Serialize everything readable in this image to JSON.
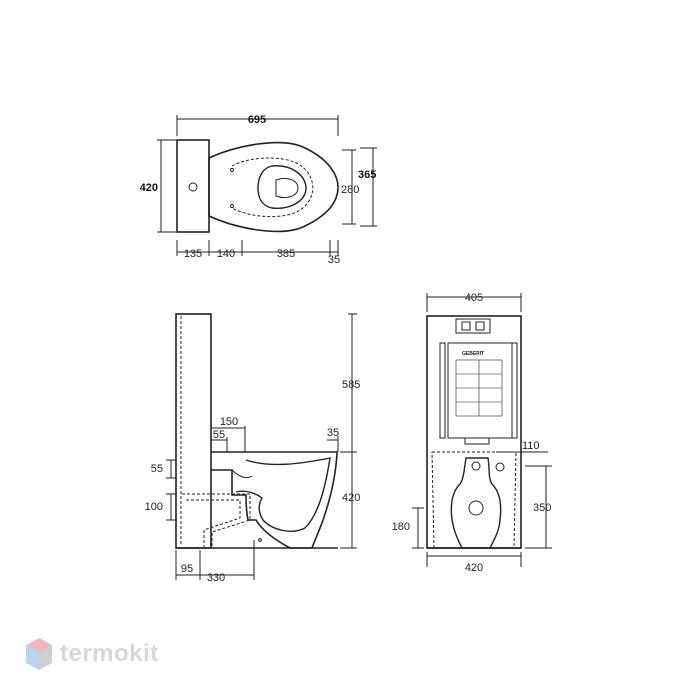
{
  "top_view": {
    "overall_width": "695",
    "overall_depth": "420",
    "bowl_depth_outer": "365",
    "bowl_depth_inner": "280",
    "seg_a": "135",
    "seg_b": "140",
    "seg_c": "385",
    "seg_d": "35"
  },
  "side_view": {
    "cistern_height": "585",
    "bowl_height": "420",
    "offset_150": "150",
    "offset_55_top": "55",
    "rim_35": "35",
    "left_55": "55",
    "left_100": "100",
    "bottom_95": "95",
    "bottom_330": "330"
  },
  "front_view": {
    "overall_width": "405",
    "bottom_width": "420",
    "inlet_110": "110",
    "outlet_350": "350",
    "height_180": "180",
    "brand": "GEBERIT"
  },
  "watermark": {
    "text": "termokit",
    "colors": [
      "#f3b6bd",
      "#b7d5ee",
      "#cfcfcf"
    ]
  }
}
